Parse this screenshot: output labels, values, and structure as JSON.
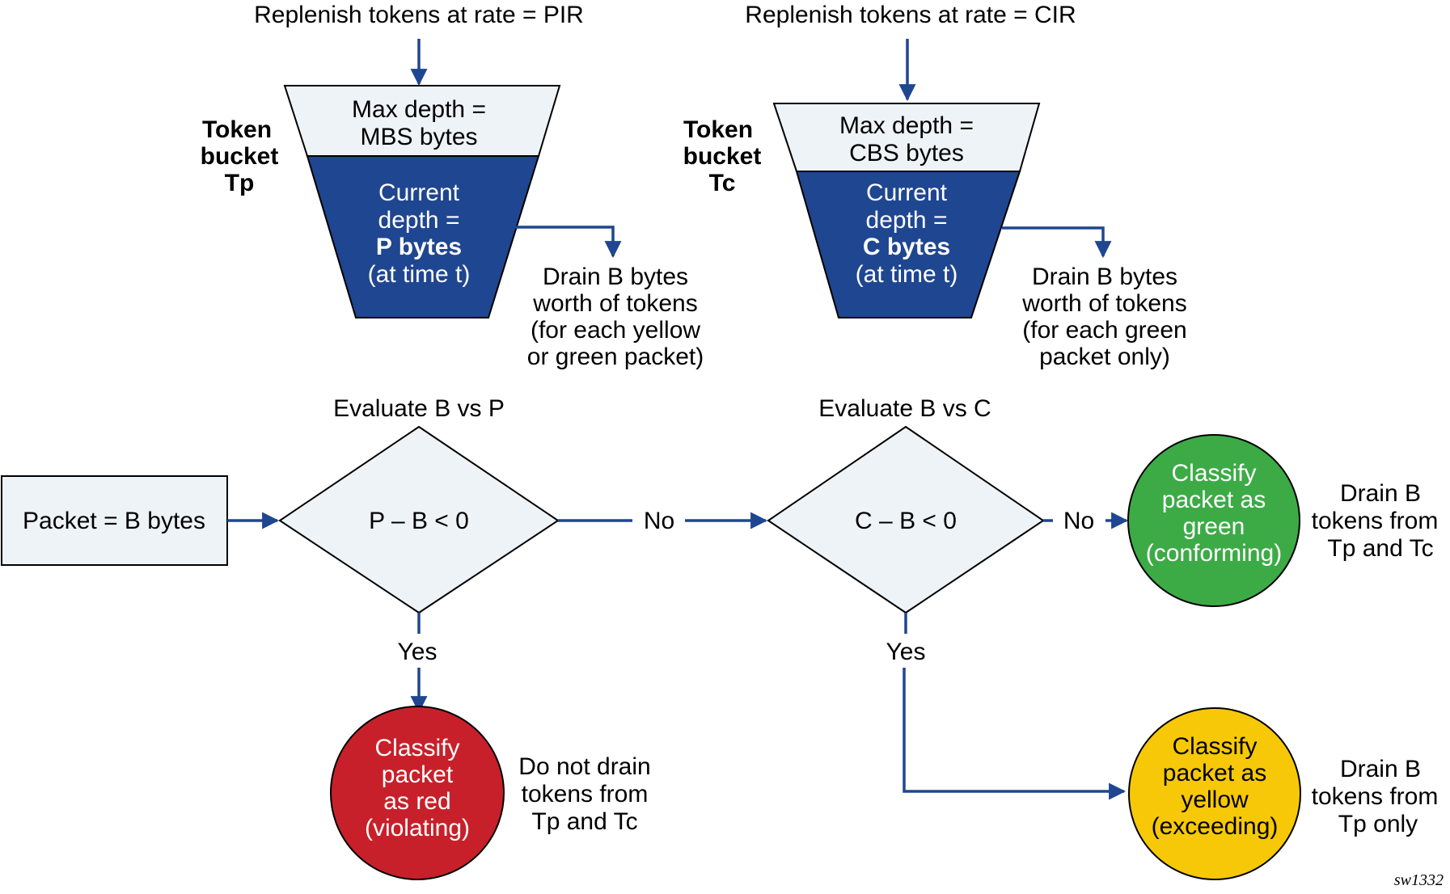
{
  "colors": {
    "navy": "#1f4690",
    "light_fill": "#eef3f8",
    "red": "#c8202a",
    "green": "#3cab46",
    "yellow": "#f7c807",
    "arrow": "#1f4690"
  },
  "peak_bucket": {
    "replenish": "Replenish tokens at rate = PIR",
    "name_lines": [
      "Token",
      "bucket",
      "Tp"
    ],
    "max_lines": [
      "Max depth =",
      "MBS bytes"
    ],
    "current_lines": [
      "Current",
      "depth =",
      "P bytes",
      "(at time t)"
    ],
    "drain_lines": [
      "Drain B bytes",
      "worth of tokens",
      "(for each yellow",
      "or green packet)"
    ]
  },
  "committed_bucket": {
    "replenish": "Replenish tokens at rate = CIR",
    "name_lines": [
      "Token",
      "bucket",
      "Tc"
    ],
    "max_lines": [
      "Max depth =",
      "CBS bytes"
    ],
    "current_lines": [
      "Current",
      "depth =",
      "C bytes",
      "(at time t)"
    ],
    "drain_lines": [
      "Drain B bytes",
      "worth of tokens",
      "(for each green",
      "packet only)"
    ]
  },
  "packet": {
    "label": "Packet = B bytes"
  },
  "decision_p": {
    "heading": "Evaluate B vs P",
    "condition": "P – B < 0",
    "no": "No",
    "yes": "Yes"
  },
  "decision_c": {
    "heading": "Evaluate B vs C",
    "condition": "C – B < 0",
    "no": "No",
    "yes": "Yes"
  },
  "outcomes": {
    "red": {
      "lines": [
        "Classify",
        "packet",
        "as red",
        "(violating)"
      ],
      "note_lines": [
        "Do not drain",
        "tokens from",
        "Tp and Tc"
      ]
    },
    "green": {
      "lines": [
        "Classify",
        "packet as",
        "green",
        "(conforming)"
      ],
      "note_lines": [
        "Drain B",
        "tokens from",
        "Tp and Tc"
      ]
    },
    "yellow": {
      "lines": [
        "Classify",
        "packet as",
        "yellow",
        "(exceeding)"
      ],
      "note_lines": [
        "Drain B",
        "tokens from",
        "Tp only"
      ]
    }
  },
  "figure_ref": "sw1332"
}
